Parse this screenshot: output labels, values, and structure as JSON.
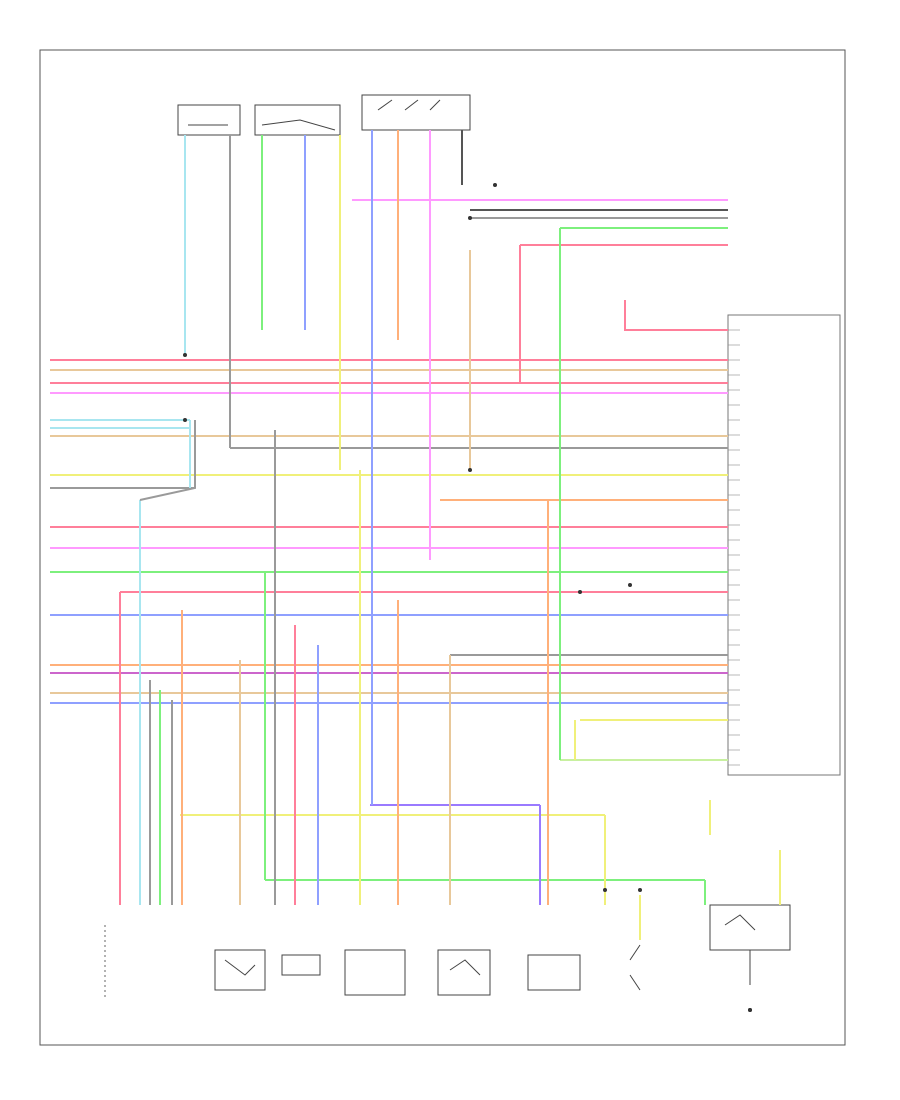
{
  "page": {
    "footer_label": ""
  },
  "colors": {
    "blue": "#8fa0ff",
    "light_blue": "#a8e6f0",
    "green": "#7df07d",
    "light_green": "#c8f0a0",
    "yellow": "#f0f07a",
    "orange": "#ffb07a",
    "red": "#ff7f9a",
    "pink": "#ff9aff",
    "purple": "#9a7aff",
    "violet": "#cc66cc",
    "gray": "#9a9a9a",
    "tan": "#e8c89a",
    "black": "#555555"
  },
  "components": {
    "top": [
      {
        "id": "c-top-1",
        "label": ""
      },
      {
        "id": "c-top-2",
        "label": ""
      },
      {
        "id": "c-top-3",
        "label": ""
      }
    ],
    "pcm": {
      "label": ""
    },
    "bottom": [
      {
        "id": "c-bot-1",
        "label": ""
      },
      {
        "id": "c-bot-2",
        "label": ""
      },
      {
        "id": "c-bot-3",
        "label": ""
      },
      {
        "id": "c-bot-4",
        "label": ""
      },
      {
        "id": "c-bot-5",
        "label": ""
      },
      {
        "id": "c-bot-6",
        "label": ""
      },
      {
        "id": "c-bot-7",
        "label": ""
      },
      {
        "id": "c-bot-8",
        "label": ""
      }
    ]
  },
  "wires": [
    {
      "color": "red"
    },
    {
      "color": "pink"
    },
    {
      "color": "gray"
    },
    {
      "color": "green"
    },
    {
      "color": "blue"
    },
    {
      "color": "yellow"
    },
    {
      "color": "orange"
    },
    {
      "color": "tan"
    },
    {
      "color": "light_blue"
    },
    {
      "color": "violet"
    },
    {
      "color": "purple"
    },
    {
      "color": "light_green"
    },
    {
      "color": "black"
    }
  ]
}
